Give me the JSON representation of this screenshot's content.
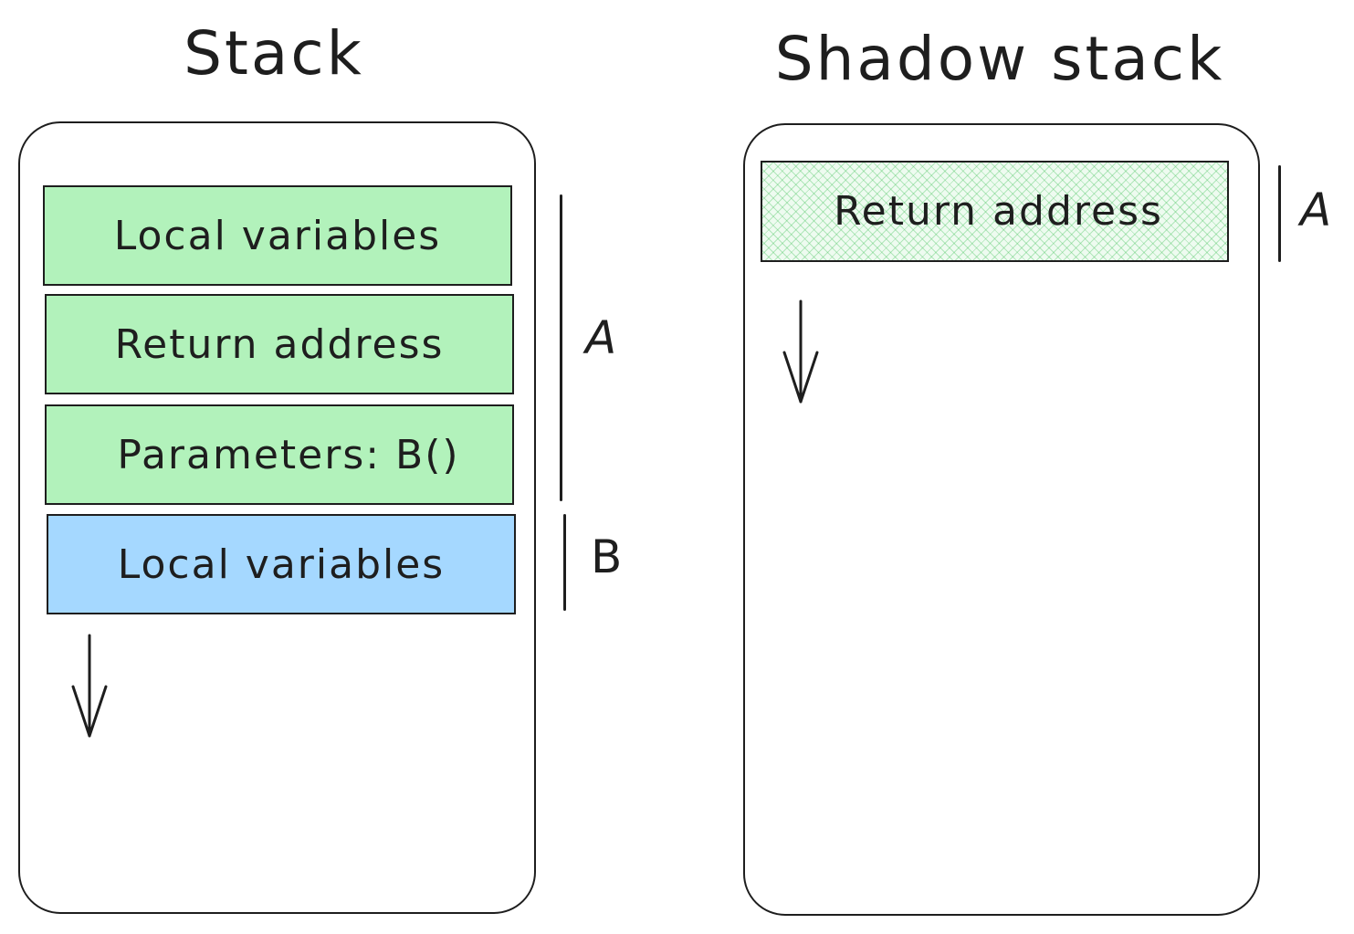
{
  "titles": {
    "stack": "Stack",
    "shadow_stack": "Shadow stack"
  },
  "stack": {
    "frames": [
      {
        "label": "Local variables",
        "color": "#b2f2bb"
      },
      {
        "label": "Return address",
        "color": "#b2f2bb"
      },
      {
        "label": "Parameters: B()",
        "color": "#b2f2bb"
      },
      {
        "label": "Local variables",
        "color": "#a5d8ff"
      }
    ],
    "brackets": [
      {
        "label": "A"
      },
      {
        "label": "B"
      }
    ]
  },
  "shadow_stack": {
    "frames": [
      {
        "label": "Return address",
        "color": "#b2f2bb"
      }
    ],
    "brackets": [
      {
        "label": "A"
      }
    ]
  }
}
